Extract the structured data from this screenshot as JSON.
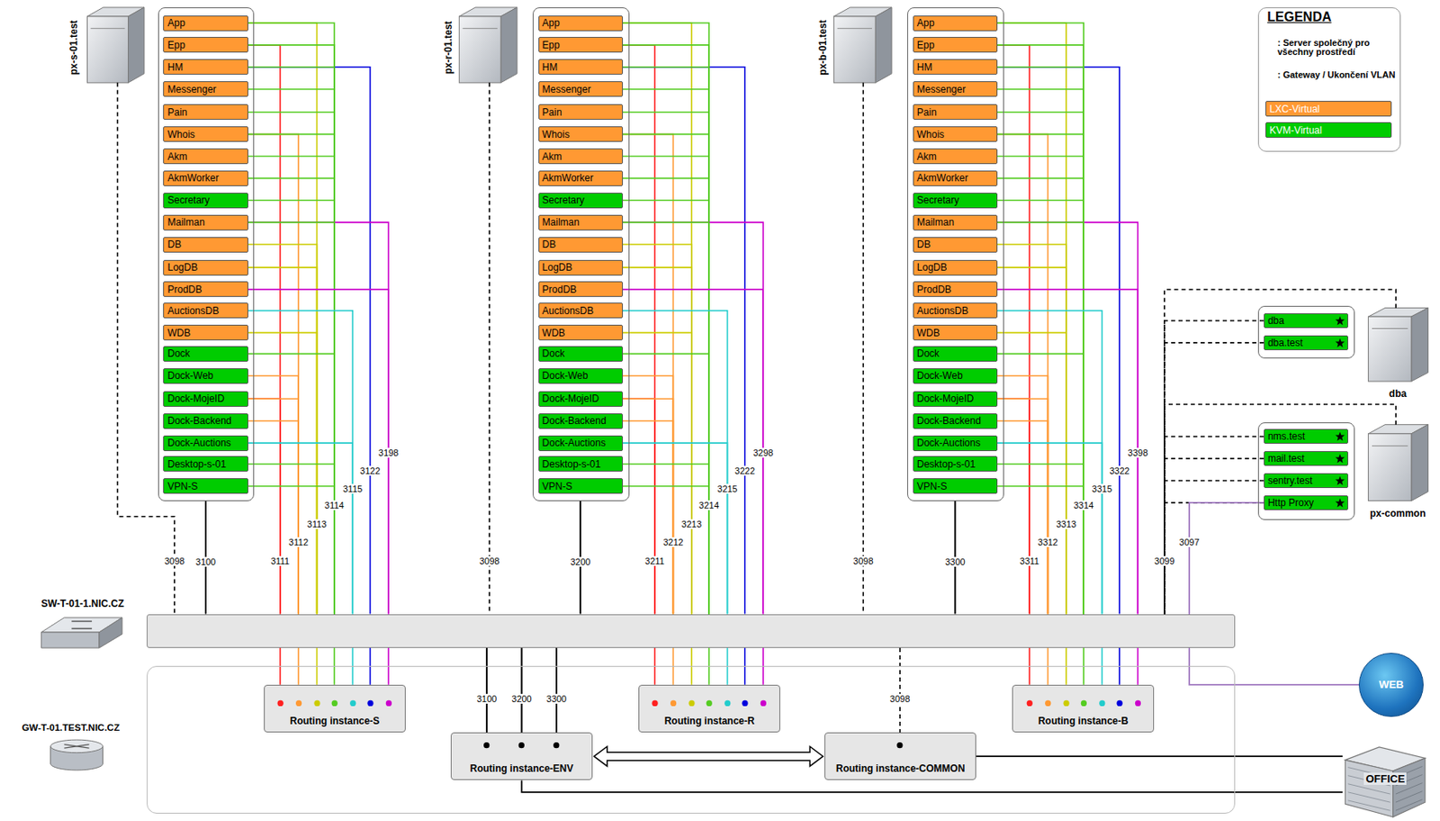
{
  "diagram": {
    "nodes": [
      {
        "text": [
          "px-s-01.test"
        ]
      },
      {
        "text": [
          "App"
        ],
        "in": 0
      },
      {
        "text": [
          "Epp"
        ],
        "in": 0
      },
      {
        "text": [
          "HM"
        ],
        "in": 0
      },
      {
        "text": [
          "Messenger"
        ],
        "in": 0
      },
      {
        "text": [
          "Pain"
        ],
        "in": 0
      },
      {
        "text": [
          "Whois"
        ],
        "in": 0
      },
      {
        "text": [
          "Akm"
        ],
        "in": 0
      },
      {
        "text": [
          "AkmWorker"
        ],
        "in": 0
      },
      {
        "text": [
          "Secretary"
        ],
        "in": 0
      },
      {
        "text": [
          "Mailman"
        ],
        "in": 0
      },
      {
        "text": [
          "DB"
        ],
        "in": 0
      },
      {
        "text": [
          "LogDB"
        ],
        "in": 0
      },
      {
        "text": [
          "ProdDB"
        ],
        "in": 0
      },
      {
        "text": [
          "AuctionsDB"
        ],
        "in": 0
      },
      {
        "text": [
          "WDB"
        ],
        "in": 0
      },
      {
        "text": [
          "Dock"
        ],
        "in": 0
      },
      {
        "text": [
          "Dock-Web"
        ],
        "in": 0
      },
      {
        "text": [
          "Dock-MojeID"
        ],
        "in": 0
      },
      {
        "text": [
          "Dock-Backend"
        ],
        "in": 0
      },
      {
        "text": [
          "Dock-Auctions"
        ],
        "in": 0
      },
      {
        "text": [
          "Desktop-s-01"
        ],
        "in": 0
      },
      {
        "text": [
          "VPN-S"
        ],
        "in": 0
      },
      {
        "text": [
          "px-r-01.test"
        ]
      },
      {
        "text": [
          "App"
        ],
        "in": 23
      },
      {
        "text": [
          "Epp"
        ],
        "in": 23
      },
      {
        "text": [
          "HM"
        ],
        "in": 23
      },
      {
        "text": [
          "Messenger"
        ],
        "in": 23
      },
      {
        "text": [
          "Pain"
        ],
        "in": 23
      },
      {
        "text": [
          "Whois"
        ],
        "in": 23
      },
      {
        "text": [
          "Akm"
        ],
        "in": 23
      },
      {
        "text": [
          "AkmWorker"
        ],
        "in": 23
      },
      {
        "text": [
          "Secretary"
        ],
        "in": 23
      },
      {
        "text": [
          "Mailman"
        ],
        "in": 23
      },
      {
        "text": [
          "DB"
        ],
        "in": 23
      },
      {
        "text": [
          "LogDB"
        ],
        "in": 23
      },
      {
        "text": [
          "ProdDB"
        ],
        "in": 23
      },
      {
        "text": [
          "AuctionsDB"
        ],
        "in": 23
      },
      {
        "text": [
          "WDB"
        ],
        "in": 23
      },
      {
        "text": [
          "Dock"
        ],
        "in": 23
      },
      {
        "text": [
          "Dock-Web"
        ],
        "in": 23
      },
      {
        "text": [
          "Dock-MojeID"
        ],
        "in": 23
      },
      {
        "text": [
          "Dock-Backend"
        ],
        "in": 23
      },
      {
        "text": [
          "Dock-Auctions"
        ],
        "in": 23
      },
      {
        "text": [
          "Desktop-s-01"
        ],
        "in": 23
      },
      {
        "text": [
          "VPN-S"
        ],
        "in": 23
      },
      {
        "text": [
          "px-b-01.test"
        ]
      },
      {
        "text": [
          "App"
        ],
        "in": 46
      },
      {
        "text": [
          "Epp"
        ],
        "in": 46
      },
      {
        "text": [
          "HM"
        ],
        "in": 46
      },
      {
        "text": [
          "Messenger"
        ],
        "in": 46
      },
      {
        "text": [
          "Pain"
        ],
        "in": 46
      },
      {
        "text": [
          "Whois"
        ],
        "in": 46
      },
      {
        "text": [
          "Akm"
        ],
        "in": 46
      },
      {
        "text": [
          "AkmWorker"
        ],
        "in": 46
      },
      {
        "text": [
          "Secretary"
        ],
        "in": 46
      },
      {
        "text": [
          "Mailman"
        ],
        "in": 46
      },
      {
        "text": [
          "DB"
        ],
        "in": 46
      },
      {
        "text": [
          "LogDB"
        ],
        "in": 46
      },
      {
        "text": [
          "ProdDB"
        ],
        "in": 46
      },
      {
        "text": [
          "AuctionsDB"
        ],
        "in": 46
      },
      {
        "text": [
          "WDB"
        ],
        "in": 46
      },
      {
        "text": [
          "Dock"
        ],
        "in": 46
      },
      {
        "text": [
          "Dock-Web"
        ],
        "in": 46
      },
      {
        "text": [
          "Dock-MojeID"
        ],
        "in": 46
      },
      {
        "text": [
          "Dock-Backend"
        ],
        "in": 46
      },
      {
        "text": [
          "Dock-Auctions"
        ],
        "in": 46
      },
      {
        "text": [
          "Desktop-s-01"
        ],
        "in": 46
      },
      {
        "text": [
          "VPN-S"
        ],
        "in": 46
      },
      {
        "text": [
          "dba"
        ]
      },
      {
        "text": [
          "dba"
        ],
        "in": 69
      },
      {
        "text": [
          "dba.test"
        ],
        "in": 69
      },
      {
        "text": [
          "px-common"
        ]
      },
      {
        "text": [
          "nms.test"
        ],
        "in": 72
      },
      {
        "text": [
          "mail.test"
        ],
        "in": 72
      },
      {
        "text": [
          "sentry.test"
        ],
        "in": 72
      },
      {
        "text": [
          "Http Proxy"
        ],
        "in": 72
      },
      {
        "text": [
          "SW-T-01-1.NIC.CZ"
        ]
      },
      {
        "text": [
          "WEB"
        ]
      },
      {
        "text": [
          "GW-T-01.TEST.NIC.CZ"
        ]
      },
      {
        "text": [
          "Routing instance-S"
        ],
        "in": 79
      },
      {
        "text": [
          "Routing instance-R"
        ],
        "in": 79
      },
      {
        "text": [
          "Routing instance-B"
        ],
        "in": 79
      },
      {
        "text": [
          "Routing instance-ENV"
        ],
        "in": 79
      },
      {
        "text": [
          "Routing instance-COMMON"
        ],
        "in": 79
      },
      {
        "text": [
          "OFFICE"
        ]
      }
    ],
    "edges": [
      {
        "from": 1,
        "to": 77,
        "arrow": "none",
        "label": "3113"
      },
      {
        "from": 1,
        "to": 77,
        "arrow": "none",
        "label": "3114"
      },
      {
        "from": 2,
        "to": 77,
        "arrow": "none",
        "label": "3111"
      },
      {
        "from": 2,
        "to": 77,
        "arrow": "none"
      },
      {
        "from": 3,
        "to": 77,
        "arrow": "none",
        "label": "3122"
      },
      {
        "from": 3,
        "to": 77,
        "arrow": "none"
      },
      {
        "from": 4,
        "to": 77,
        "arrow": "none"
      },
      {
        "from": 5,
        "to": 77,
        "arrow": "none"
      },
      {
        "from": 6,
        "to": 77,
        "arrow": "none",
        "label": "3112"
      },
      {
        "from": 6,
        "to": 77,
        "arrow": "none"
      },
      {
        "from": 7,
        "to": 77,
        "arrow": "none"
      },
      {
        "from": 8,
        "to": 77,
        "arrow": "none"
      },
      {
        "from": 9,
        "to": 77,
        "arrow": "none"
      },
      {
        "from": 10,
        "to": 77,
        "arrow": "none",
        "label": "3198"
      },
      {
        "from": 10,
        "to": 77,
        "arrow": "none"
      },
      {
        "from": 11,
        "to": 77,
        "arrow": "none"
      },
      {
        "from": 12,
        "to": 77,
        "arrow": "none"
      },
      {
        "from": 13,
        "to": 77,
        "arrow": "none"
      },
      {
        "from": 14,
        "to": 77,
        "arrow": "none",
        "label": "3115"
      },
      {
        "from": 15,
        "to": 77,
        "arrow": "none"
      },
      {
        "from": 16,
        "to": 77,
        "arrow": "none"
      },
      {
        "from": 17,
        "to": 77,
        "arrow": "none"
      },
      {
        "from": 18,
        "to": 77,
        "arrow": "none"
      },
      {
        "from": 18,
        "to": 77,
        "arrow": "none"
      },
      {
        "from": 19,
        "to": 77,
        "arrow": "none"
      },
      {
        "from": 20,
        "to": 77,
        "arrow": "none"
      },
      {
        "from": 21,
        "to": 77,
        "arrow": "none"
      },
      {
        "from": 22,
        "to": 77,
        "arrow": "none"
      },
      {
        "from": 24,
        "to": 77,
        "arrow": "none",
        "label": "3213"
      },
      {
        "from": 24,
        "to": 77,
        "arrow": "none",
        "label": "3214"
      },
      {
        "from": 25,
        "to": 77,
        "arrow": "none",
        "label": "3211"
      },
      {
        "from": 25,
        "to": 77,
        "arrow": "none"
      },
      {
        "from": 26,
        "to": 77,
        "arrow": "none",
        "label": "3222"
      },
      {
        "from": 26,
        "to": 77,
        "arrow": "none"
      },
      {
        "from": 27,
        "to": 77,
        "arrow": "none"
      },
      {
        "from": 28,
        "to": 77,
        "arrow": "none"
      },
      {
        "from": 29,
        "to": 77,
        "arrow": "none",
        "label": "3212"
      },
      {
        "from": 29,
        "to": 77,
        "arrow": "none"
      },
      {
        "from": 30,
        "to": 77,
        "arrow": "none"
      },
      {
        "from": 31,
        "to": 77,
        "arrow": "none"
      },
      {
        "from": 32,
        "to": 77,
        "arrow": "none"
      },
      {
        "from": 33,
        "to": 77,
        "arrow": "none",
        "label": "3298"
      },
      {
        "from": 33,
        "to": 77,
        "arrow": "none"
      },
      {
        "from": 34,
        "to": 77,
        "arrow": "none"
      },
      {
        "from": 35,
        "to": 77,
        "arrow": "none"
      },
      {
        "from": 36,
        "to": 77,
        "arrow": "none"
      },
      {
        "from": 37,
        "to": 77,
        "arrow": "none",
        "label": "3215"
      },
      {
        "from": 38,
        "to": 77,
        "arrow": "none"
      },
      {
        "from": 39,
        "to": 77,
        "arrow": "none"
      },
      {
        "from": 40,
        "to": 77,
        "arrow": "none"
      },
      {
        "from": 41,
        "to": 77,
        "arrow": "none"
      },
      {
        "from": 41,
        "to": 77,
        "arrow": "none"
      },
      {
        "from": 42,
        "to": 77,
        "arrow": "none"
      },
      {
        "from": 43,
        "to": 77,
        "arrow": "none"
      },
      {
        "from": 44,
        "to": 77,
        "arrow": "none"
      },
      {
        "from": 45,
        "to": 77,
        "arrow": "none"
      },
      {
        "from": 47,
        "to": 77,
        "arrow": "none",
        "label": "3313"
      },
      {
        "from": 47,
        "to": 77,
        "arrow": "none",
        "label": "3314"
      },
      {
        "from": 48,
        "to": 77,
        "arrow": "none",
        "label": "3311"
      },
      {
        "from": 48,
        "to": 77,
        "arrow": "none"
      },
      {
        "from": 49,
        "to": 77,
        "arrow": "none",
        "label": "3322"
      },
      {
        "from": 49,
        "to": 77,
        "arrow": "none"
      },
      {
        "from": 50,
        "to": 77,
        "arrow": "none"
      },
      {
        "from": 51,
        "to": 77,
        "arrow": "none"
      },
      {
        "from": 52,
        "to": 77,
        "arrow": "none",
        "label": "3312"
      },
      {
        "from": 52,
        "to": 77,
        "arrow": "none"
      },
      {
        "from": 53,
        "to": 77,
        "arrow": "none"
      },
      {
        "from": 54,
        "to": 77,
        "arrow": "none"
      },
      {
        "from": 55,
        "to": 77,
        "arrow": "none"
      },
      {
        "from": 56,
        "to": 77,
        "arrow": "none",
        "label": "3398"
      },
      {
        "from": 56,
        "to": 77,
        "arrow": "none"
      },
      {
        "from": 57,
        "to": 77,
        "arrow": "none"
      },
      {
        "from": 58,
        "to": 77,
        "arrow": "none"
      },
      {
        "from": 59,
        "to": 77,
        "arrow": "none"
      },
      {
        "from": 60,
        "to": 77,
        "arrow": "none",
        "label": "3315"
      },
      {
        "from": 61,
        "to": 77,
        "arrow": "none"
      },
      {
        "from": 62,
        "to": 77,
        "arrow": "none"
      },
      {
        "from": 63,
        "to": 77,
        "arrow": "none"
      },
      {
        "from": 64,
        "to": 77,
        "arrow": "none"
      },
      {
        "from": 64,
        "to": 77,
        "arrow": "none"
      },
      {
        "from": 65,
        "to": 77,
        "arrow": "none"
      },
      {
        "from": 66,
        "to": 77,
        "arrow": "none"
      },
      {
        "from": 67,
        "to": 77,
        "arrow": "none"
      },
      {
        "from": 68,
        "to": 77,
        "arrow": "none"
      },
      {
        "from": 0,
        "to": 77,
        "arrow": "none",
        "label": "3098"
      },
      {
        "from": 0,
        "to": 77,
        "arrow": "none",
        "label": "3100"
      },
      {
        "from": 23,
        "to": 77,
        "arrow": "none",
        "label": "3098"
      },
      {
        "from": 23,
        "to": 77,
        "arrow": "none",
        "label": "3200"
      },
      {
        "from": 46,
        "to": 77,
        "arrow": "none",
        "label": "3098"
      },
      {
        "from": 46,
        "to": 77,
        "arrow": "none",
        "label": "3300"
      },
      {
        "from": 77,
        "to": 80,
        "arrow": "none"
      },
      {
        "from": 77,
        "to": 80,
        "arrow": "none"
      },
      {
        "from": 77,
        "to": 80,
        "arrow": "none"
      },
      {
        "from": 77,
        "to": 80,
        "arrow": "none"
      },
      {
        "from": 77,
        "to": 80,
        "arrow": "none"
      },
      {
        "from": 77,
        "to": 80,
        "arrow": "none"
      },
      {
        "from": 77,
        "to": 80,
        "arrow": "none"
      },
      {
        "from": 77,
        "to": 81,
        "arrow": "none"
      },
      {
        "from": 77,
        "to": 81,
        "arrow": "none"
      },
      {
        "from": 77,
        "to": 81,
        "arrow": "none"
      },
      {
        "from": 77,
        "to": 81,
        "arrow": "none"
      },
      {
        "from": 77,
        "to": 81,
        "arrow": "none"
      },
      {
        "from": 77,
        "to": 81,
        "arrow": "none"
      },
      {
        "from": 77,
        "to": 81,
        "arrow": "none"
      },
      {
        "from": 77,
        "to": 82,
        "arrow": "none"
      },
      {
        "from": 77,
        "to": 82,
        "arrow": "none"
      },
      {
        "from": 77,
        "to": 82,
        "arrow": "none"
      },
      {
        "from": 77,
        "to": 82,
        "arrow": "none"
      },
      {
        "from": 77,
        "to": 82,
        "arrow": "none"
      },
      {
        "from": 77,
        "to": 82,
        "arrow": "none"
      },
      {
        "from": 77,
        "to": 82,
        "arrow": "none"
      },
      {
        "from": 77,
        "to": 83,
        "arrow": "none",
        "label": "3100"
      },
      {
        "from": 77,
        "to": 83,
        "arrow": "none",
        "label": "3200"
      },
      {
        "from": 77,
        "to": 83,
        "arrow": "none",
        "label": "3300"
      },
      {
        "from": 77,
        "to": 84,
        "arrow": "none",
        "label": "3098"
      },
      {
        "from": 69,
        "to": 77,
        "arrow": "none"
      },
      {
        "from": 70,
        "to": 77,
        "arrow": "none"
      },
      {
        "from": 71,
        "to": 77,
        "arrow": "none"
      },
      {
        "from": 72,
        "to": 77,
        "arrow": "none",
        "label": "3099"
      },
      {
        "from": 73,
        "to": 77,
        "arrow": "none"
      },
      {
        "from": 74,
        "to": 77,
        "arrow": "none"
      },
      {
        "from": 75,
        "to": 77,
        "arrow": "none"
      },
      {
        "from": 76,
        "to": 77,
        "arrow": "none"
      },
      {
        "from": 76,
        "to": 78,
        "arrow": "none",
        "label": "3097"
      },
      {
        "from": 83,
        "to": 84,
        "arrow": "both"
      },
      {
        "from": 84,
        "to": 85,
        "arrow": "none"
      },
      {
        "from": 83,
        "to": 85,
        "arrow": "none"
      }
    ],
    "labels": [
      "LEGENDA"
    ],
    "legend": [
      {
        "text": ": Server společný pro všechny prostředí"
      },
      {
        "text": ": Gateway / Ukončení VLAN"
      },
      {
        "text": "LXC-Virtual",
        "color": "#ff9933"
      },
      {
        "text": "KVM-Virtual",
        "color": "#00cc00"
      }
    ]
  }
}
